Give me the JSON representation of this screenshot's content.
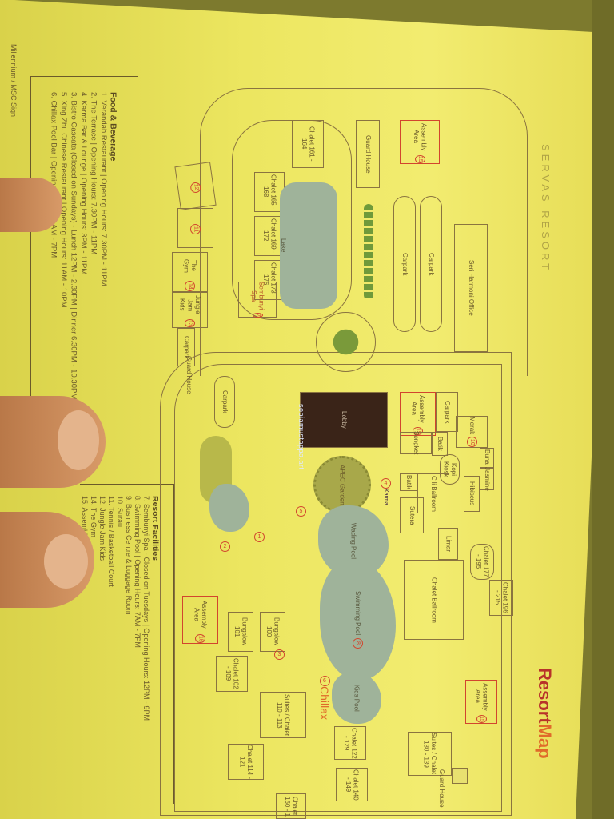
{
  "sign": "Millennium / MSC Sign",
  "brand_logo": "SERVAS RESORT",
  "title": {
    "part1": "Resort",
    "part2": "Map"
  },
  "watermark": "sopiamustappa.art",
  "food_beverage": {
    "heading": "Food & Beverage",
    "items": [
      "1. Verandah Restaurant | Opening Hours: 7.30PM - 11PM",
      "2. The Terrace | Opening Hours: 7.30PM - 11PM",
      "4. Karma Bar & Lounge | Opening Hours: 3PM - 11PM",
      "3. Bistro Cascata (Closed on Sundays) - Lunch 12PM - 2.30PM | Dinner 6.30PM - 10.30PM",
      "5. Xing Zhu Chinese Restaurant | Opening Hours: 11AM - 10PM",
      "6. Chillax Pool Bar | Opening Hours: 11AM - 7PM"
    ]
  },
  "resort_facilities": {
    "heading": "Resort Facilities",
    "items": [
      "7. Sembunyi Spa - Closed on Tuesdays | Opening Hours: 12PM - 9PM",
      "8. Swimming Pool | Opening Hours: 7AM - 7PM",
      "9. Business Centre & Luggage Room",
      "10. Surau",
      "11. Tennis / Basketball Court",
      "12. Jungle Jam Kids",
      "14. The Gym",
      "15. Assembly Area"
    ]
  },
  "places": [
    {
      "label": "Assembly Area",
      "num": "15"
    },
    {
      "label": "Guard House"
    },
    {
      "label": "Chalet 161 - 164"
    },
    {
      "label": "Chalet 165 - 168"
    },
    {
      "label": "Chalet 169 - 172"
    },
    {
      "label": "Chalet 173 - 176"
    },
    {
      "label": "Lake"
    },
    {
      "label": "Carpark"
    },
    {
      "label": "Carpark"
    },
    {
      "label": "Seri Harmoni Office"
    },
    {
      "num": "12"
    },
    {
      "num": "11"
    },
    {
      "label": "The Gym",
      "num": "14"
    },
    {
      "label": "Jungle Jam Kids",
      "num": "13"
    },
    {
      "label": "Carpark"
    },
    {
      "label": "Sembunyi Spa",
      "num": "7"
    },
    {
      "label": "Guard House"
    },
    {
      "label": "Carpark"
    },
    {
      "label": "Lobby"
    },
    {
      "label": "Assembly Area",
      "num": "15"
    },
    {
      "label": "Carpark"
    },
    {
      "label": "Songket"
    },
    {
      "label": "Batik"
    },
    {
      "label": "Kopi Kiosk"
    },
    {
      "label": "Merak",
      "num": "10"
    },
    {
      "label": "Hibiscus"
    },
    {
      "label": "Cili Ballroom"
    },
    {
      "label": "Batik"
    },
    {
      "label": "Sutera"
    },
    {
      "label": "Limar"
    },
    {
      "label": "APEC Garden"
    },
    {
      "label": "Karma",
      "num": "4"
    },
    {
      "label": "Wading Pool"
    },
    {
      "label": "Swimming Pool",
      "num": "8"
    },
    {
      "label": "Kids Pool"
    },
    {
      "label": "Chalet Ballroom"
    },
    {
      "label": "Chalet 177 - 195"
    },
    {
      "label": "Chalet 196 - 215"
    },
    {
      "label": "Bungalow 100"
    },
    {
      "label": "Bungalow 101"
    },
    {
      "label": "Chalet 102 - 109"
    },
    {
      "label": "Assembly Area",
      "num": "15"
    },
    {
      "label": "Suites / Chalet 110 - 113"
    },
    {
      "label": "Chalet 114 - 121"
    },
    {
      "label": "Chalet 122 - 129"
    },
    {
      "label": "Chalet 140 - 149"
    },
    {
      "label": "Suites / Chalet 130 - 139"
    },
    {
      "label": "Assembly Area",
      "num": "15"
    },
    {
      "label": "Guard House"
    },
    {
      "label": "Chalet 150 - 1"
    },
    {
      "label": "Bunai"
    },
    {
      "label": "Jasmine"
    }
  ],
  "markers": [
    {
      "num": "1"
    },
    {
      "num": "2"
    },
    {
      "num": "3"
    },
    {
      "num": "5"
    },
    {
      "num": "6",
      "label": "Chillax"
    }
  ],
  "colors": {
    "paper": "#ece660",
    "accent_red": "#d2452e",
    "pond": "#9fb39a",
    "garden": "#a8a84a"
  }
}
